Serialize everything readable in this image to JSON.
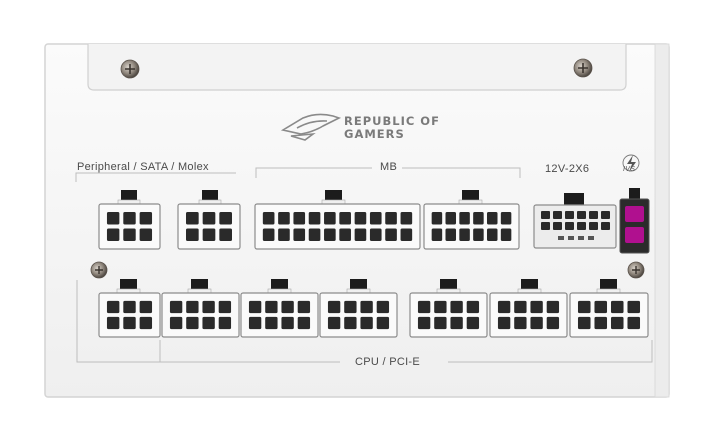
{
  "brand": {
    "line1": "REPUBLIC OF",
    "line2": "GAMERS"
  },
  "labels": {
    "peripheral": "Peripheral / SATA / Molex",
    "mb": "MB",
    "twelve_v": "12V-2X6",
    "ivs": "IVS",
    "cpu_pcie": "CPU / PCI-E"
  },
  "colors": {
    "panel": "#f6f6f6",
    "housing": "#fafafa",
    "pin": "#2a2a2a",
    "accent": "#b0108f"
  },
  "icons": [
    "rog-eye-logo",
    "screw-icon",
    "lightning-icon"
  ]
}
